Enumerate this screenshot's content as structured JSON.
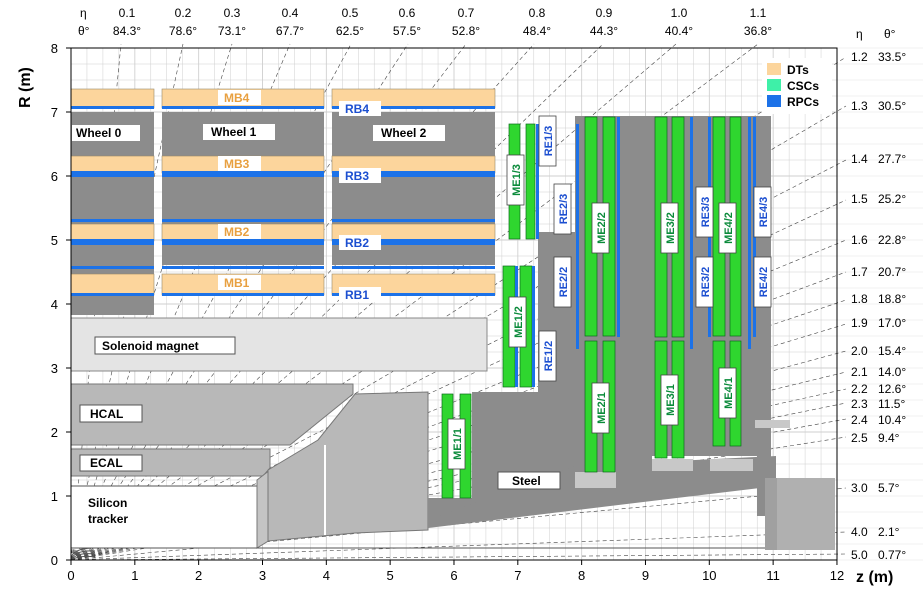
{
  "header": {
    "eta_symbol": "η",
    "theta_symbol": "θ°",
    "top_eta": [
      "0.1",
      "0.2",
      "0.3",
      "0.4",
      "0.5",
      "0.6",
      "0.7",
      "0.8",
      "0.9",
      "1.0",
      "1.1"
    ],
    "top_theta": [
      "84.3°",
      "78.6°",
      "73.1°",
      "67.7°",
      "62.5°",
      "57.5°",
      "52.8°",
      "48.4°",
      "44.3°",
      "40.4°",
      "36.8°"
    ]
  },
  "right_scale": {
    "eta_symbol": "η",
    "theta_symbol": "θ°",
    "entries": [
      {
        "eta": "1.2",
        "theta": "33.5°"
      },
      {
        "eta": "1.3",
        "theta": "30.5°"
      },
      {
        "eta": "1.4",
        "theta": "27.7°"
      },
      {
        "eta": "1.5",
        "theta": "25.2°"
      },
      {
        "eta": "1.6",
        "theta": "22.8°"
      },
      {
        "eta": "1.7",
        "theta": "20.7°"
      },
      {
        "eta": "1.8",
        "theta": "18.8°"
      },
      {
        "eta": "1.9",
        "theta": "17.0°"
      },
      {
        "eta": "2.0",
        "theta": "15.4°"
      },
      {
        "eta": "2.1",
        "theta": "14.0°"
      },
      {
        "eta": "2.2",
        "theta": "12.6°"
      },
      {
        "eta": "2.3",
        "theta": "11.5°"
      },
      {
        "eta": "2.4",
        "theta": "10.4°"
      },
      {
        "eta": "2.5",
        "theta": "9.4°"
      },
      {
        "eta": "3.0",
        "theta": "5.7°"
      },
      {
        "eta": "4.0",
        "theta": "2.1°"
      },
      {
        "eta": "5.0",
        "theta": "0.77°"
      }
    ]
  },
  "axes": {
    "x_label": "z (m)",
    "y_label": "R (m)",
    "x_ticks": [
      "0",
      "1",
      "2",
      "3",
      "4",
      "5",
      "6",
      "7",
      "8",
      "9",
      "10",
      "11",
      "12"
    ],
    "y_ticks": [
      "0",
      "1",
      "2",
      "3",
      "4",
      "5",
      "6",
      "7",
      "8"
    ]
  },
  "legend": [
    {
      "label": "DTs",
      "color": "#fcd59c"
    },
    {
      "label": "CSCs",
      "color": "#3ef0a8"
    },
    {
      "label": "RPCs",
      "color": "#1c72e8"
    }
  ],
  "colors": {
    "dt": "#fcd59c",
    "csc": "#2fd62f",
    "rpc": "#1c72e8",
    "steel": "#8c8c8c",
    "grid": "#cfcfcf",
    "dt_label": "#e8a040",
    "rpc_label": "#1c4fd0",
    "csc_label": "#0a8a3a"
  },
  "labels": {
    "wheel0": "Wheel 0",
    "wheel1": "Wheel 1",
    "wheel2": "Wheel 2",
    "mb1": "MB1",
    "mb2": "MB2",
    "mb3": "MB3",
    "mb4": "MB4",
    "rb1": "RB1",
    "rb2": "RB2",
    "rb3": "RB3",
    "rb4": "RB4",
    "solenoid": "Solenoid magnet",
    "hcal": "HCAL",
    "ecal": "ECAL",
    "tracker": [
      "Silicon",
      "tracker"
    ],
    "steel": "Steel",
    "me11": "ME1/1",
    "me12": "ME1/2",
    "me13": "ME1/3",
    "me21": "ME2/1",
    "me22": "ME2/2",
    "me31": "ME3/1",
    "me32": "ME3/2",
    "me41": "ME4/1",
    "me42": "ME4/2",
    "re12": "RE1/2",
    "re13": "RE1/3",
    "re22": "RE2/2",
    "re23": "RE2/3",
    "re32": "RE3/2",
    "re33": "RE3/3",
    "re42": "RE4/2",
    "re43": "RE4/3"
  }
}
